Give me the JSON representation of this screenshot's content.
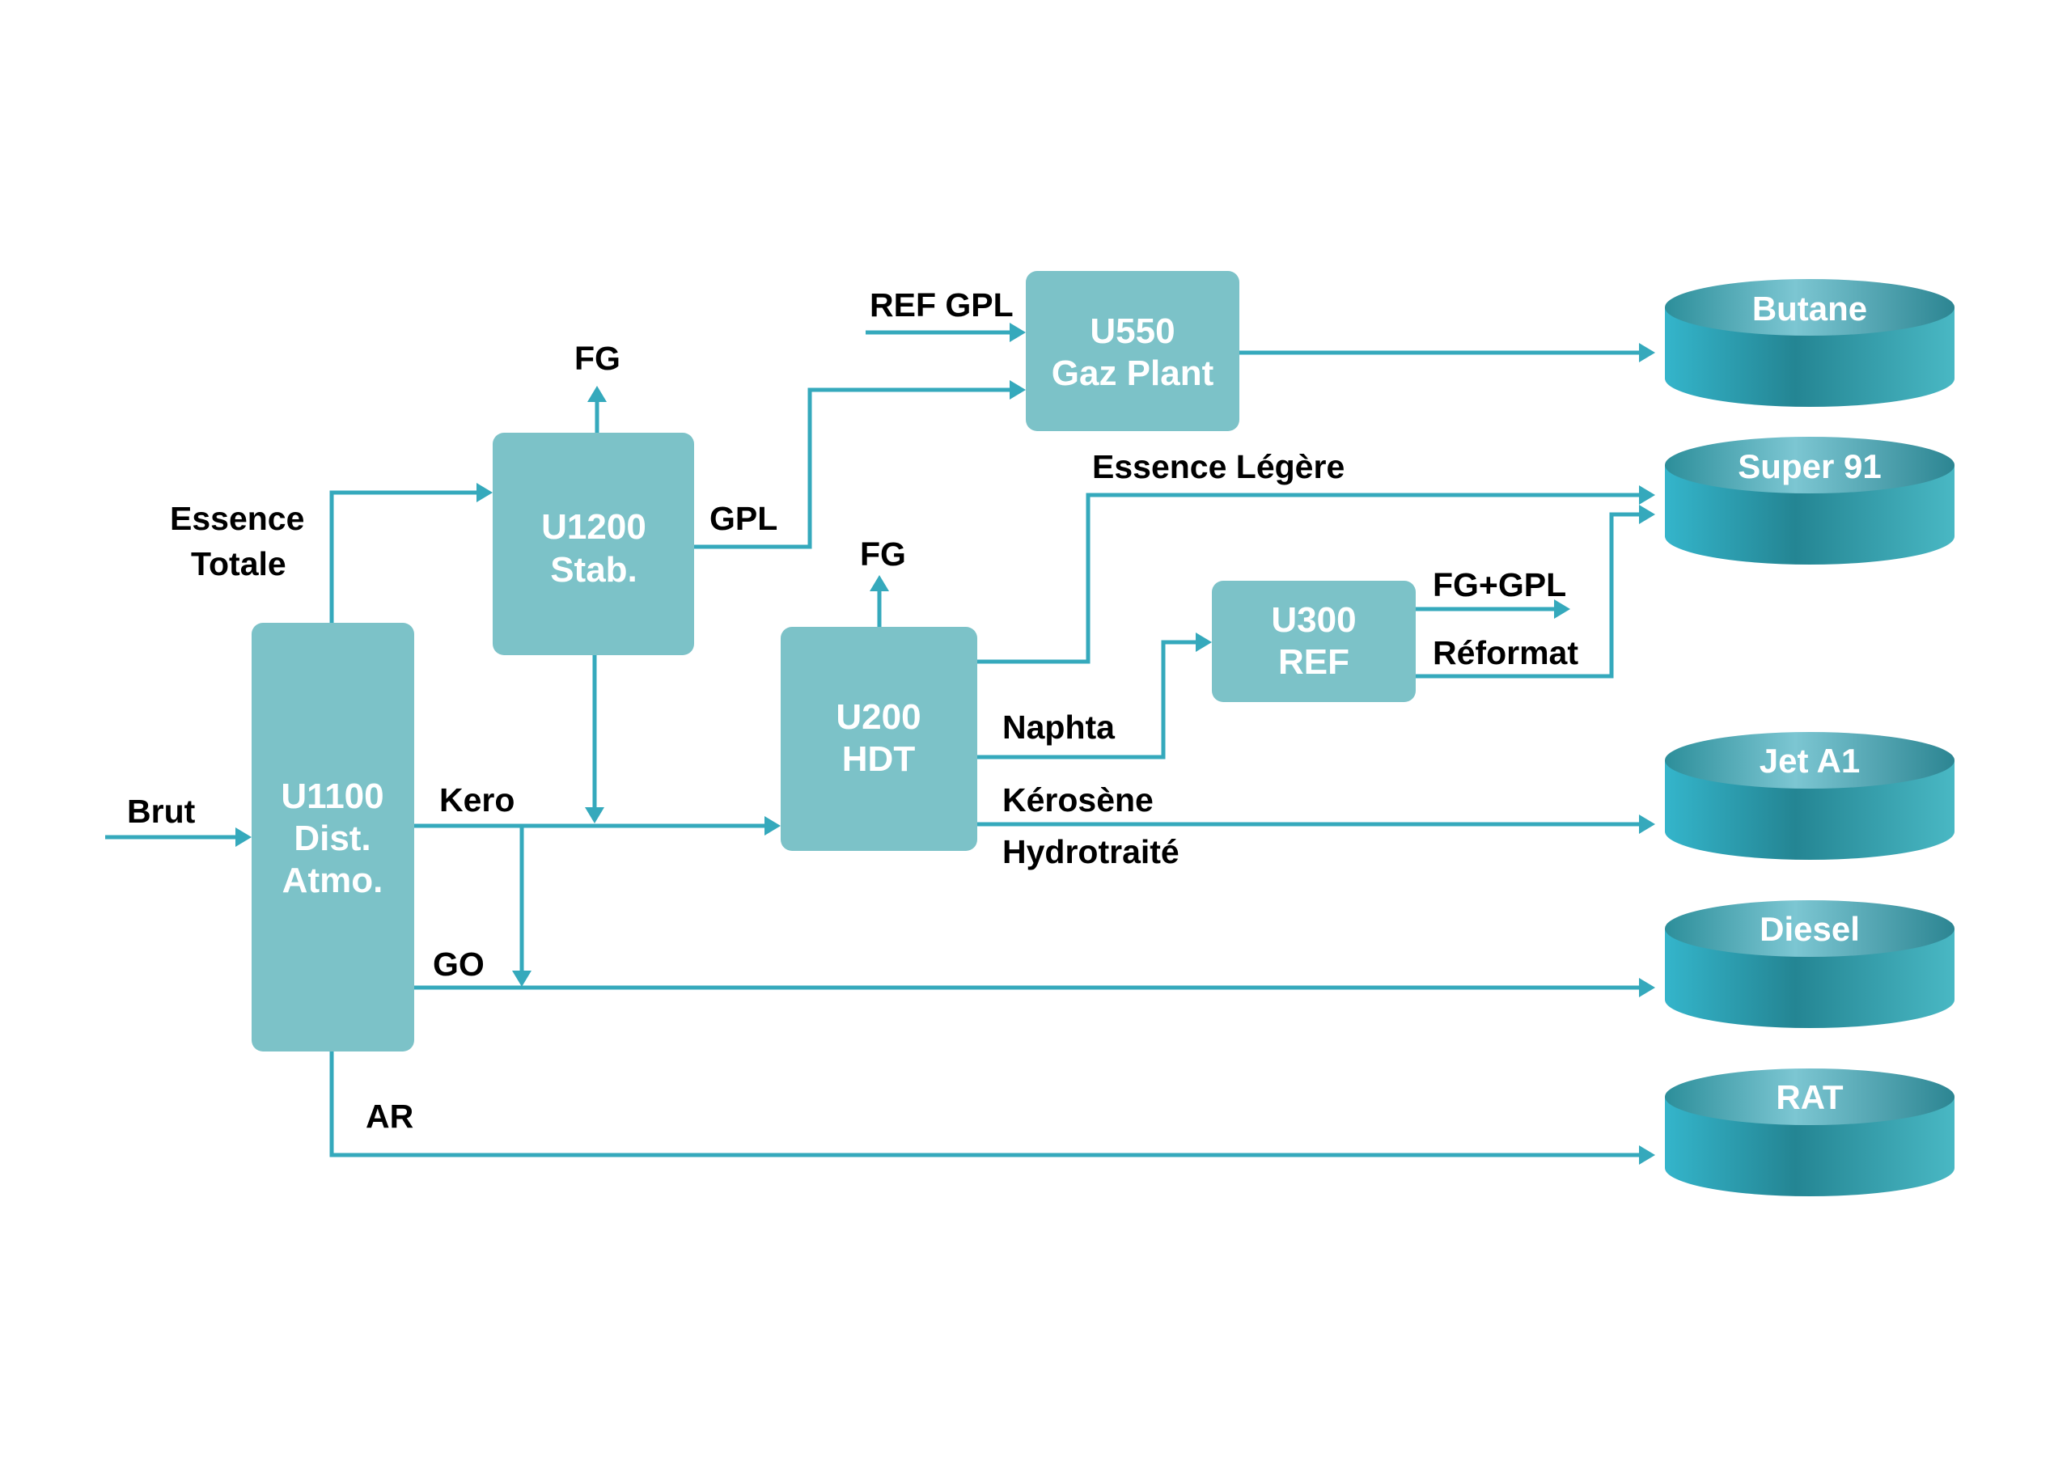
{
  "colors": {
    "unit_fill": "#7cc2c8",
    "flow_line": "#35a9bc",
    "tank_dark": "#25838f",
    "tank_light": "#3bb6c9",
    "label_text": "#000000",
    "unit_text": "#ffffff"
  },
  "units": {
    "u1100": {
      "line1": "U1100",
      "line2": "Dist.",
      "line3": "Atmo."
    },
    "u1200": {
      "line1": "U1200",
      "line2": "Stab."
    },
    "u550": {
      "line1": "U550",
      "line2": "Gaz Plant"
    },
    "u200": {
      "line1": "U200",
      "line2": "HDT"
    },
    "u300": {
      "line1": "U300",
      "line2": "REF"
    }
  },
  "tanks": {
    "butane": "Butane",
    "super91": "Super 91",
    "jeta1": "Jet A1",
    "diesel": "Diesel",
    "rat": "RAT"
  },
  "flows": {
    "brut": "Brut",
    "essence_totale_1": "Essence",
    "essence_totale_2": "Totale",
    "fg_u1200": "FG",
    "gpl": "GPL",
    "ref_gpl": "REF GPL",
    "fg_u200": "FG",
    "essence_legere": "Essence Légère",
    "fg_gpl": "FG+GPL",
    "reformat": "Réformat",
    "naphta": "Naphta",
    "kero": "Kero",
    "kerosene_1": "Kérosène",
    "kerosene_2": "Hydrotraité",
    "go": "GO",
    "ar": "AR"
  }
}
